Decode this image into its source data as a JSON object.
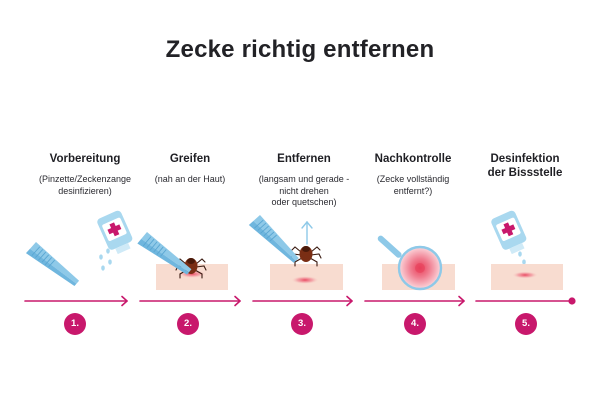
{
  "title": "Zecke richtig entfernen",
  "colors": {
    "accent": "#c8186c",
    "tool_blue": "#8ec9e8",
    "skin": "#f8dcd0",
    "redness": "#ee6a7e",
    "tick_body": "#7a2e14"
  },
  "steps": [
    {
      "number": "1.",
      "title": "Vorbereitung",
      "description": "(Pinzette/Zeckenzange\ndesinfizieren)",
      "icons": [
        "tweezers-icon",
        "disinfectant-bottle-icon"
      ]
    },
    {
      "number": "2.",
      "title": "Greifen",
      "description": "(nah an der Haut)",
      "icons": [
        "tweezers-icon",
        "tick-icon",
        "skin-icon"
      ]
    },
    {
      "number": "3.",
      "title": "Entfernen",
      "description": "(langsam und gerade -\nnicht drehen\noder quetschen)",
      "icons": [
        "tweezers-icon",
        "tick-icon",
        "arrow-up-icon",
        "skin-icon"
      ]
    },
    {
      "number": "4.",
      "title": "Nachkontrolle",
      "description": "(Zecke vollständig\nentfernt?)",
      "icons": [
        "magnifier-icon",
        "skin-icon"
      ]
    },
    {
      "number": "5.",
      "title": "Desinfektion\nder Bissstelle",
      "description": "",
      "icons": [
        "disinfectant-bottle-icon",
        "skin-icon"
      ]
    }
  ]
}
